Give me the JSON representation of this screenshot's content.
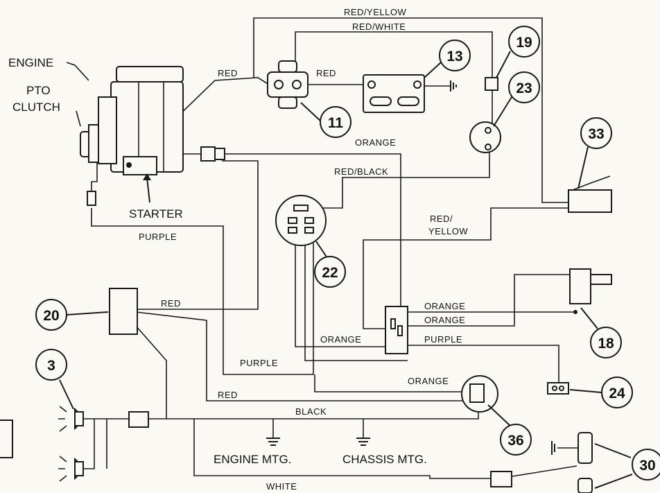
{
  "wire_labels": {
    "red_yellow_top": "RED/YELLOW",
    "red_white": "RED/WHITE",
    "red_left": "RED",
    "red_right": "RED",
    "orange_mid": "ORANGE",
    "red_black": "RED/BLACK",
    "red_yellow_right_1": "RED/",
    "red_yellow_right_2": "YELLOW",
    "purple_left": "PURPLE",
    "red_module": "RED",
    "orange_sw1": "ORANGE",
    "orange_sw2": "ORANGE",
    "orange_low": "ORANGE",
    "purple_low_right": "PURPLE",
    "purple_low_left": "PURPLE",
    "orange_36": "ORANGE",
    "red_bottom": "RED",
    "black_bottom": "BLACK",
    "white_bottom": "WHITE"
  },
  "component_labels": {
    "engine": "ENGINE",
    "pto_1": "PTO",
    "pto_2": "CLUTCH",
    "starter": "STARTER",
    "engine_mtg": "ENGINE MTG.",
    "chassis_mtg": "CHASSIS MTG."
  },
  "callouts": [
    "11",
    "13",
    "19",
    "23",
    "33",
    "22",
    "20",
    "18",
    "3",
    "24",
    "36",
    "30"
  ]
}
